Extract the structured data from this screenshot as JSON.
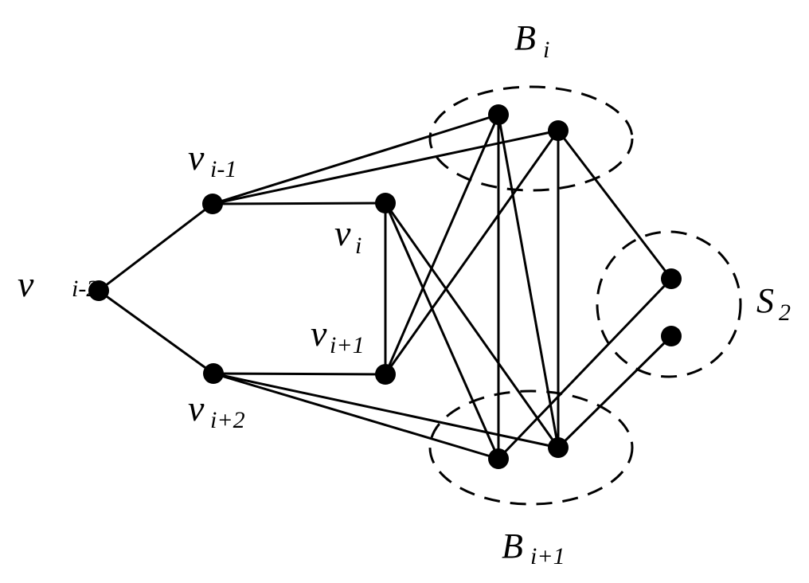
{
  "diagram": {
    "nodes": [
      {
        "id": "vi-2",
        "label_main": "v",
        "label_sub": "i-2"
      },
      {
        "id": "vi-1",
        "label_main": "v",
        "label_sub": "i-1"
      },
      {
        "id": "vi",
        "label_main": "v",
        "label_sub": "i"
      },
      {
        "id": "vi+1",
        "label_main": "v",
        "label_sub": "i+1"
      },
      {
        "id": "vi+2",
        "label_main": "v",
        "label_sub": "i+2"
      },
      {
        "id": "b1",
        "label_main": "",
        "label_sub": ""
      },
      {
        "id": "b2",
        "label_main": "",
        "label_sub": ""
      },
      {
        "id": "s1",
        "label_main": "",
        "label_sub": ""
      },
      {
        "id": "s2",
        "label_main": "",
        "label_sub": ""
      },
      {
        "id": "c1",
        "label_main": "",
        "label_sub": ""
      },
      {
        "id": "c2",
        "label_main": "",
        "label_sub": ""
      }
    ],
    "edges": [
      [
        "vi-2",
        "vi-1"
      ],
      [
        "vi-2",
        "vi+2"
      ],
      [
        "vi-1",
        "vi"
      ],
      [
        "vi-1",
        "b1"
      ],
      [
        "vi-1",
        "b2"
      ],
      [
        "vi",
        "vi+1"
      ],
      [
        "vi",
        "c1"
      ],
      [
        "vi",
        "c2"
      ],
      [
        "vi+1",
        "vi+2"
      ],
      [
        "vi+1",
        "b1"
      ],
      [
        "vi+1",
        "b2"
      ],
      [
        "vi+2",
        "c1"
      ],
      [
        "vi+2",
        "c2"
      ],
      [
        "b1",
        "c1"
      ],
      [
        "b1",
        "c2"
      ],
      [
        "b2",
        "c2"
      ],
      [
        "b2",
        "s1"
      ],
      [
        "c1",
        "s1"
      ],
      [
        "c2",
        "s2"
      ]
    ],
    "groups": [
      {
        "id": "Bi",
        "label_main": "B",
        "label_sub": "i"
      },
      {
        "id": "S2",
        "label_main": "S",
        "label_sub": "2"
      },
      {
        "id": "Bi+1",
        "label_main": "B",
        "label_sub": "i+1"
      }
    ],
    "colors": {
      "stroke": "#000000",
      "background": "#ffffff"
    }
  }
}
